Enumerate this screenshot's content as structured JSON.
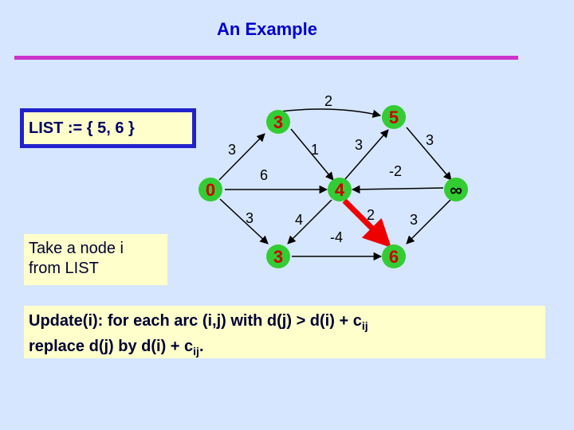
{
  "title": "An Example",
  "list_text": "LIST := { 5, 6 }",
  "take_text_line1": "Take a node i",
  "take_text_line2": "from LIST",
  "update": {
    "line1_prefix": "Update(i):  for each arc (i,j) with d(j) > d(i) + c",
    "line1_sub": "ij",
    "line2_prefix": "replace d(j) by d(i) + c",
    "line2_sub": "ij",
    "line2_suffix": "."
  },
  "nodes": {
    "n0": "0",
    "n3top": "3",
    "n5": "5",
    "n4": "4",
    "ninf": "∞",
    "n3bot": "3",
    "n6": "6"
  },
  "edge_labels": {
    "e_0_3top": "3",
    "e_3top_5": "2",
    "e_3top_4": "1",
    "e_4_5": "3",
    "e_5_inf": "3",
    "e_0_4": "6",
    "e_inf_4": "-2",
    "e_0_3bot": "3",
    "e_4_3bot": "4",
    "e_4_6": "2",
    "e_3bot_6": "-4",
    "e_inf_6": "3"
  },
  "colors": {
    "node_fill": "#33cc33",
    "node_text": "#cc0000",
    "highlight_arc": "#ee0000",
    "rule": "#cc33cc",
    "list_border": "#2222cc"
  }
}
